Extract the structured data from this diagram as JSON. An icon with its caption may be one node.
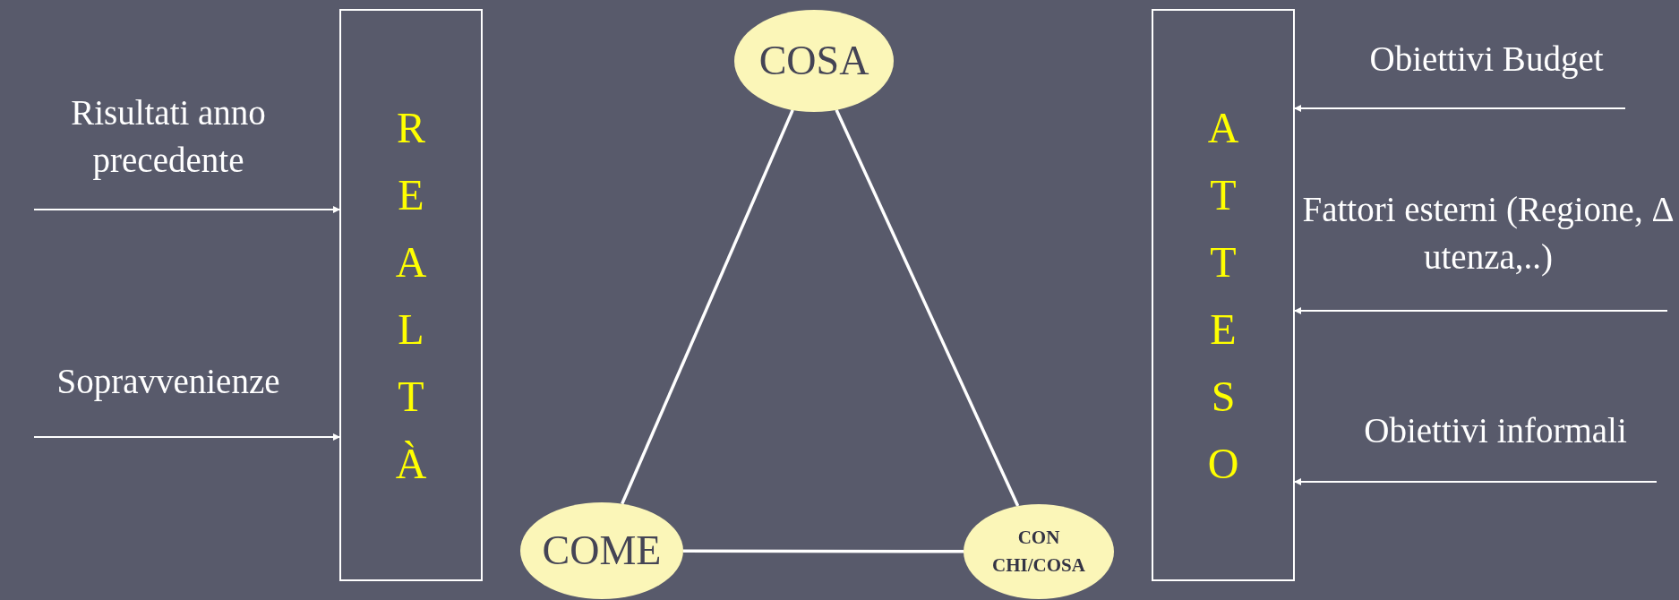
{
  "diagram": {
    "nodes": [
      {
        "text": [
          "REALTÀ"
        ]
      },
      {
        "text": [
          "ATTESO"
        ]
      },
      {
        "text": [
          "COSA"
        ]
      },
      {
        "text": [
          "COME"
        ]
      },
      {
        "text": [
          "CON CHI/COSA"
        ]
      },
      {
        "text": [
          "Risultati anno precedente"
        ]
      },
      {
        "text": [
          "Sopravvenienze"
        ]
      },
      {
        "text": [
          "Obiettivi Budget"
        ]
      },
      {
        "text": [
          "Fattori esterni (Regione, Δ utenza,..)"
        ]
      },
      {
        "text": [
          "Obiettivi informali"
        ]
      }
    ],
    "edges": [
      {
        "from": 5,
        "to": 0,
        "arrow": "to"
      },
      {
        "from": 6,
        "to": 0,
        "arrow": "to"
      },
      {
        "from": 7,
        "to": 1,
        "arrow": "to"
      },
      {
        "from": 8,
        "to": 1,
        "arrow": "to"
      },
      {
        "from": 9,
        "to": 1,
        "arrow": "to"
      },
      {
        "from": 2,
        "to": 3,
        "arrow": "none"
      },
      {
        "from": 2,
        "to": 4,
        "arrow": "none"
      },
      {
        "from": 3,
        "to": 4,
        "arrow": "none"
      }
    ]
  }
}
